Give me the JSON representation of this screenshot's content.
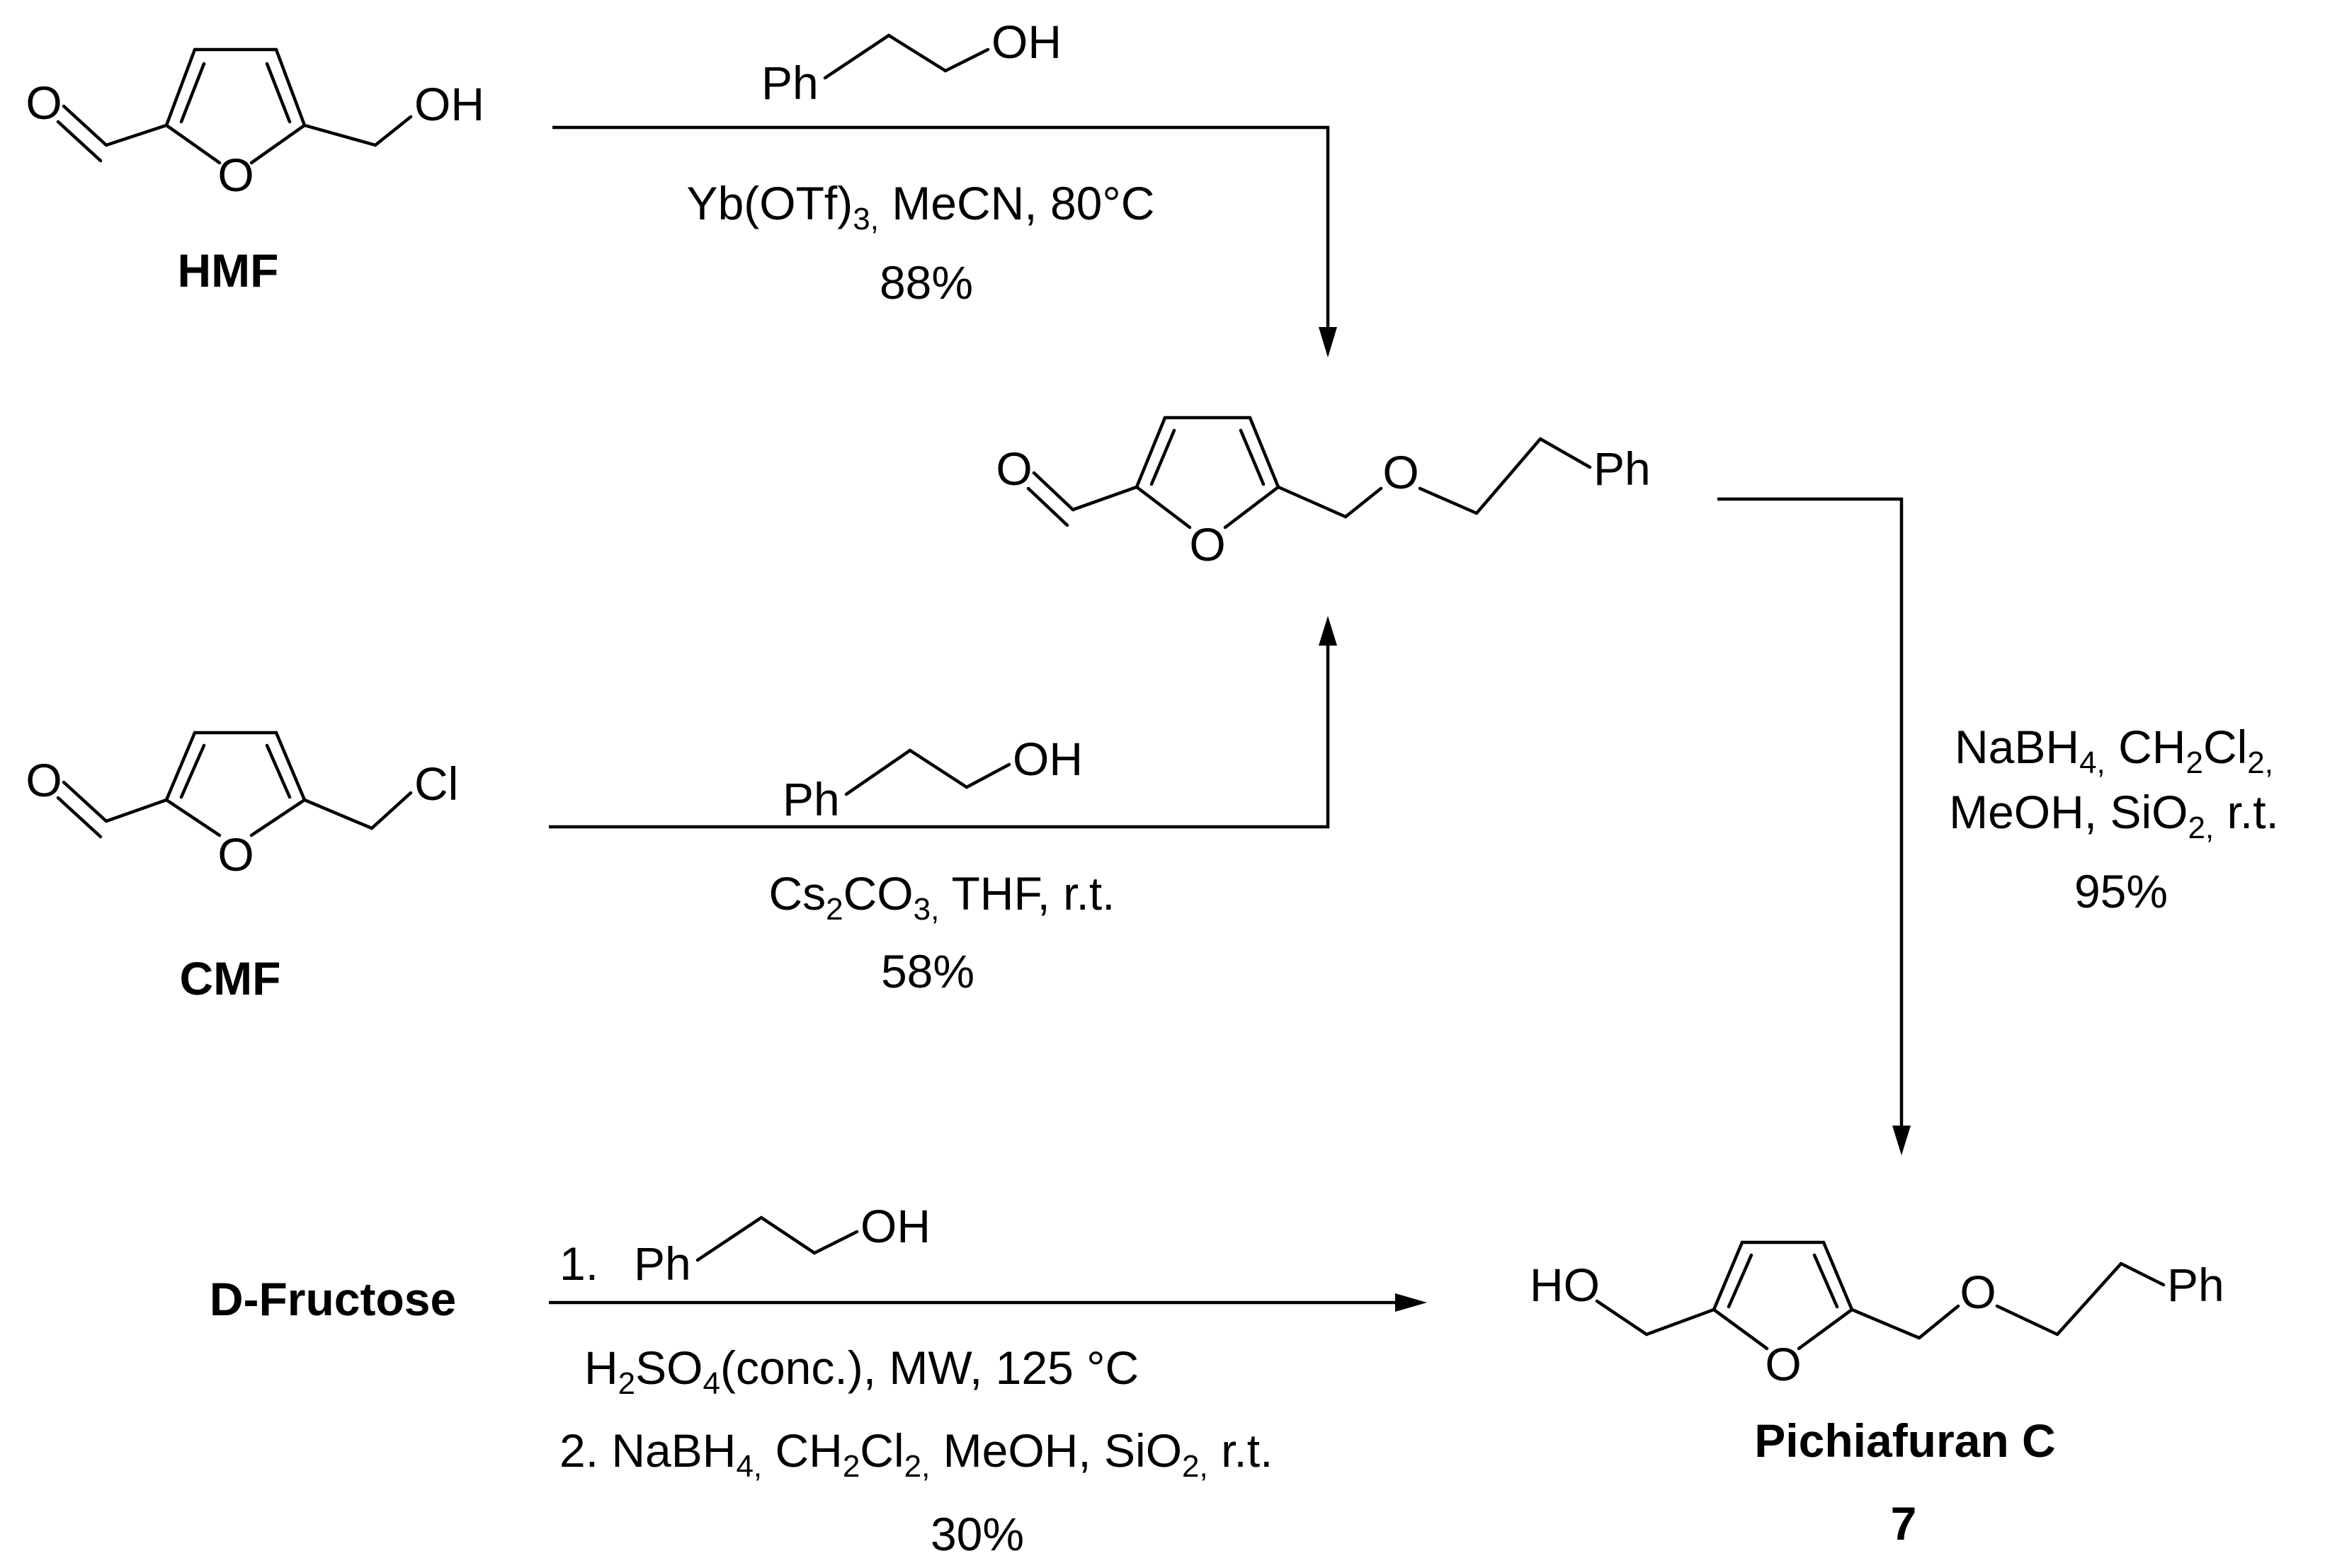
{
  "compounds": {
    "hmf": {
      "label": "HMF",
      "atoms": {
        "carbonyl_o": "O",
        "ring_o": "O",
        "hydroxyl": "OH"
      }
    },
    "cmf": {
      "label": "CMF",
      "atoms": {
        "carbonyl_o": "O",
        "ring_o": "O",
        "chloro": "Cl"
      }
    },
    "intermediate": {
      "atoms": {
        "carbonyl_o": "O",
        "ring_o": "O",
        "ether_o": "O",
        "phenyl": "Ph"
      }
    },
    "fructose": {
      "label": "D-Fructose"
    },
    "product": {
      "label": "Pichiafuran C",
      "number": "7",
      "atoms": {
        "hydroxyl": "HO",
        "ring_o": "O",
        "ether_o": "O",
        "phenyl": "Ph"
      }
    }
  },
  "reagent_structure": {
    "phenyl": "Ph",
    "hydroxyl": "OH"
  },
  "reactions": {
    "hmf_route": {
      "conditions": {
        "main": "Yb(OTf)",
        "sub": "3,",
        "rest": " MeCN, 80°C"
      },
      "yield": "88%"
    },
    "cmf_route": {
      "conditions": {
        "a": "Cs",
        "sub1": "2",
        "b": "CO",
        "sub2": "3,",
        "c": " THF, r.t."
      },
      "yield": "58%"
    },
    "reduction": {
      "line1": {
        "a": "NaBH",
        "sub1": "4,",
        "b": " CH",
        "sub2": "2",
        "c": "Cl",
        "sub3": "2,",
        "d": ""
      },
      "line2": {
        "a": "MeOH, SiO",
        "sub1": "2,",
        "b": " r.t."
      },
      "yield": "95%"
    },
    "fructose_route": {
      "step1_number": "1.",
      "step1_conditions": {
        "a": "H",
        "sub1": "2",
        "b": "SO",
        "sub2": "4",
        "c": "(conc.), MW, 125 °C"
      },
      "step2": {
        "a": "2. NaBH",
        "sub1": "4,",
        "b": " CH",
        "sub2": "2",
        "c": "Cl",
        "sub3": "2,",
        "d": " MeOH, SiO",
        "sub4": "2,",
        "e": " r.t."
      },
      "yield": "30%"
    }
  }
}
